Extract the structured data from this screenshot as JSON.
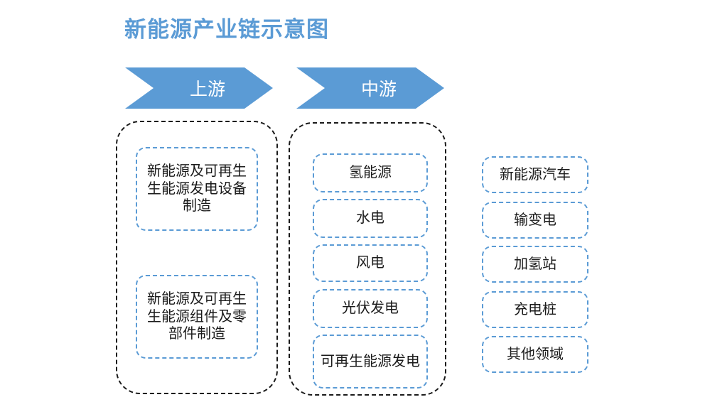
{
  "diagram": {
    "title": "新能源产业链示意图",
    "accent_color": "#5B9BD5",
    "container_border_color": "#1a1a1a",
    "background_color": "#ffffff"
  },
  "banners": [
    {
      "label": "上游"
    },
    {
      "label": "中游"
    }
  ],
  "columns": {
    "upstream": {
      "banner": "上游",
      "nodes": [
        {
          "label": "新能源及可再生生能源发电设备制造"
        },
        {
          "label": "新能源及可再生生能源组件及零部件制造"
        }
      ]
    },
    "midstream": {
      "banner": "中游",
      "nodes": [
        {
          "label": "氢能源"
        },
        {
          "label": "水电"
        },
        {
          "label": "风电"
        },
        {
          "label": "光伏发电"
        },
        {
          "label": "可再生能源发电"
        }
      ]
    },
    "downstream": {
      "banner": "",
      "nodes": [
        {
          "label": "新能源汽车"
        },
        {
          "label": "输变电"
        },
        {
          "label": "加氢站"
        },
        {
          "label": "充电桩"
        },
        {
          "label": "其他领域"
        }
      ]
    }
  }
}
